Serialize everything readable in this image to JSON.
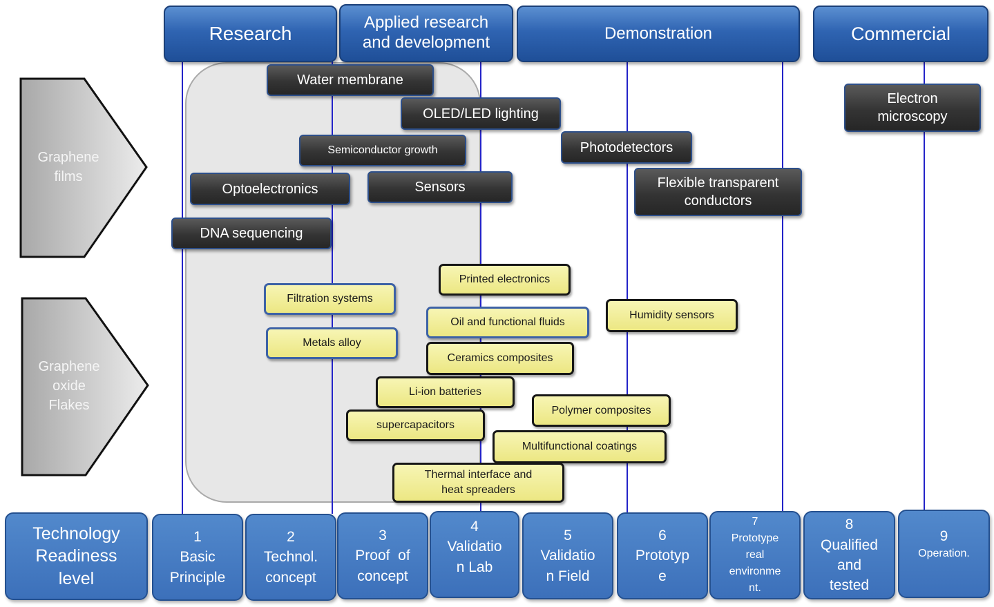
{
  "phases": {
    "research": "Research",
    "applied_line1": "Applied research",
    "applied_line2": "and development",
    "demonstration": "Demonstration",
    "commercial": "Commercial"
  },
  "categories": {
    "graphene_films_line1": "Graphene",
    "graphene_films_line2": "films",
    "go_line1": "Graphene",
    "go_line2": "oxide",
    "go_line3": "Flakes"
  },
  "graphene_films_apps": {
    "water_membrane": "Water membrane",
    "oled": "OLED/LED lighting",
    "semiconductor": "Semiconductor growth",
    "photodetectors": "Photodetectors",
    "optoelectronics": "Optoelectronics",
    "sensors": "Sensors",
    "flexible_line1": "Flexible transparent",
    "flexible_line2": "conductors",
    "dna": "DNA sequencing",
    "electron_line1": "Electron",
    "electron_line2": "microscopy"
  },
  "graphene_oxide_apps": {
    "printed": "Printed electronics",
    "filtration": "Filtration systems",
    "humidity": "Humidity sensors",
    "oil": "Oil and functional fluids",
    "metals": "Metals alloy",
    "ceramics": "Ceramics composites",
    "liion": "Li-ion batteries",
    "polymer": "Polymer composites",
    "supercap": "supercapacitors",
    "coatings": "Multifunctional coatings",
    "thermal_line1": "Thermal interface and",
    "thermal_line2": "heat spreaders"
  },
  "trl": {
    "title_line1": "Technology",
    "title_line2": "Readiness",
    "title_line3": "level",
    "l1_num": "1",
    "l1_a": "Basic",
    "l1_b": "Principle",
    "l2_num": "2",
    "l2_a": "Technol.",
    "l2_b": "concept",
    "l3_num": "3",
    "l3_a": "Proof  of",
    "l3_b": "concept",
    "l4_num": "4",
    "l4_a": "Validatio",
    "l4_b": "n Lab",
    "l5_num": "5",
    "l5_a": "Validatio",
    "l5_b": "n Field",
    "l6_num": "6",
    "l6_a": "Prototyp",
    "l6_b": "e",
    "l7_num": "7",
    "l7_a": "Prototype",
    "l7_b": "real",
    "l7_c": "environme",
    "l7_d": "nt.",
    "l8_num": "8",
    "l8_a": "Qualified",
    "l8_b": "and",
    "l8_c": "tested",
    "l9_num": "9",
    "l9_a": "Operation."
  },
  "colors": {
    "phase_blue": "#2f64b2",
    "connector_line": "#2323c8",
    "film_box": "#343434",
    "oxide_box": "#ece783",
    "cloud": "#e7e7e7"
  }
}
